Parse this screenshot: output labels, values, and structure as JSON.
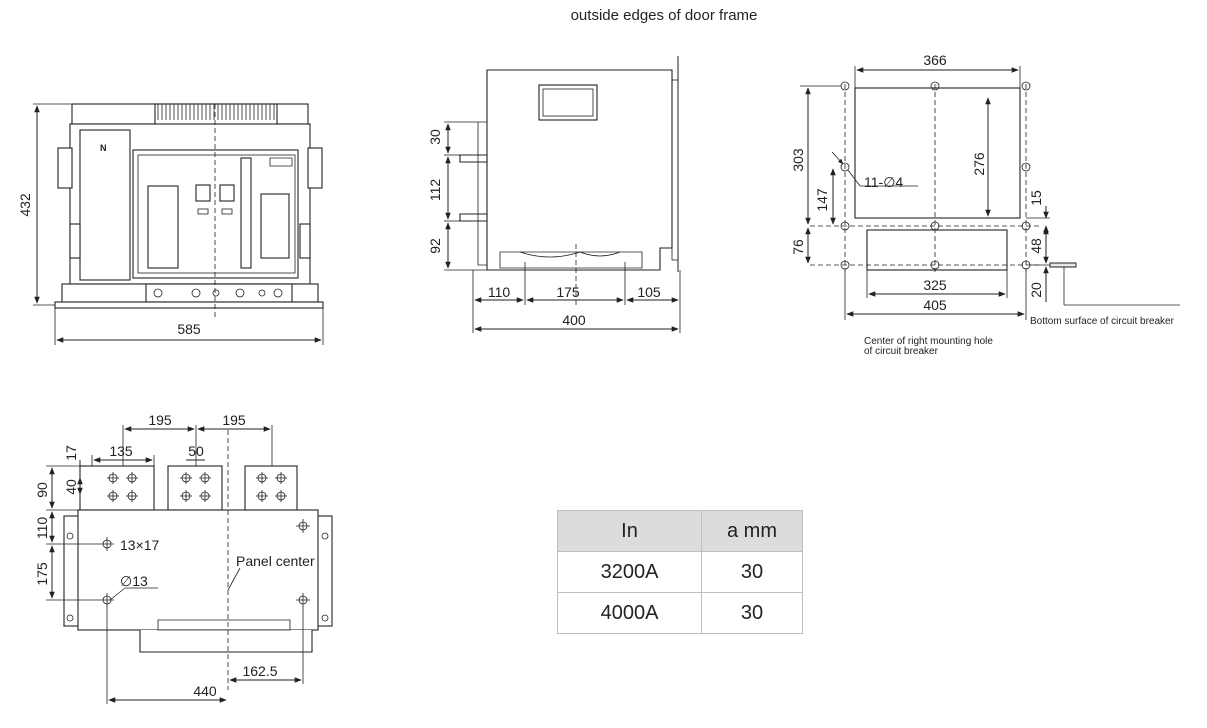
{
  "caption_top": "outside edges of door frame",
  "front_view": {
    "n_label": "N",
    "height_dim": "432",
    "width_dim": "585"
  },
  "side_view": {
    "dims_vertical": [
      "30",
      "112",
      "92"
    ],
    "dims_bottom": [
      "110",
      "175",
      "105"
    ],
    "total_width": "400"
  },
  "mounting_view": {
    "top_width": "366",
    "height_303": "303",
    "height_276": "276",
    "height_147": "147",
    "height_76": "76",
    "height_15": "15",
    "height_48": "48",
    "height_20": "20",
    "hole_label": "11-∅4",
    "width_325": "325",
    "width_405": "405",
    "note_bottom_surface": "Bottom surface of circuit breaker",
    "note_center_line1": "Center of right mounting hole",
    "note_center_line2": "of circuit breaker"
  },
  "panel_view": {
    "pitch_1": "195",
    "pitch_2": "195",
    "terminal_width": "135",
    "hole_spacing": "50",
    "dim_17": "17",
    "dim_90": "90",
    "dim_40": "40",
    "dim_110": "110",
    "dim_175": "175",
    "slot_label": "13×17",
    "hole_label": "∅13",
    "panel_center": "Panel center",
    "dim_162": "162.5",
    "dim_440": "440"
  },
  "rating_table": {
    "headers": [
      "In",
      "a  mm"
    ],
    "rows": [
      {
        "in": "3200A",
        "a": "30"
      },
      {
        "in": "4000A",
        "a": "30"
      }
    ]
  }
}
